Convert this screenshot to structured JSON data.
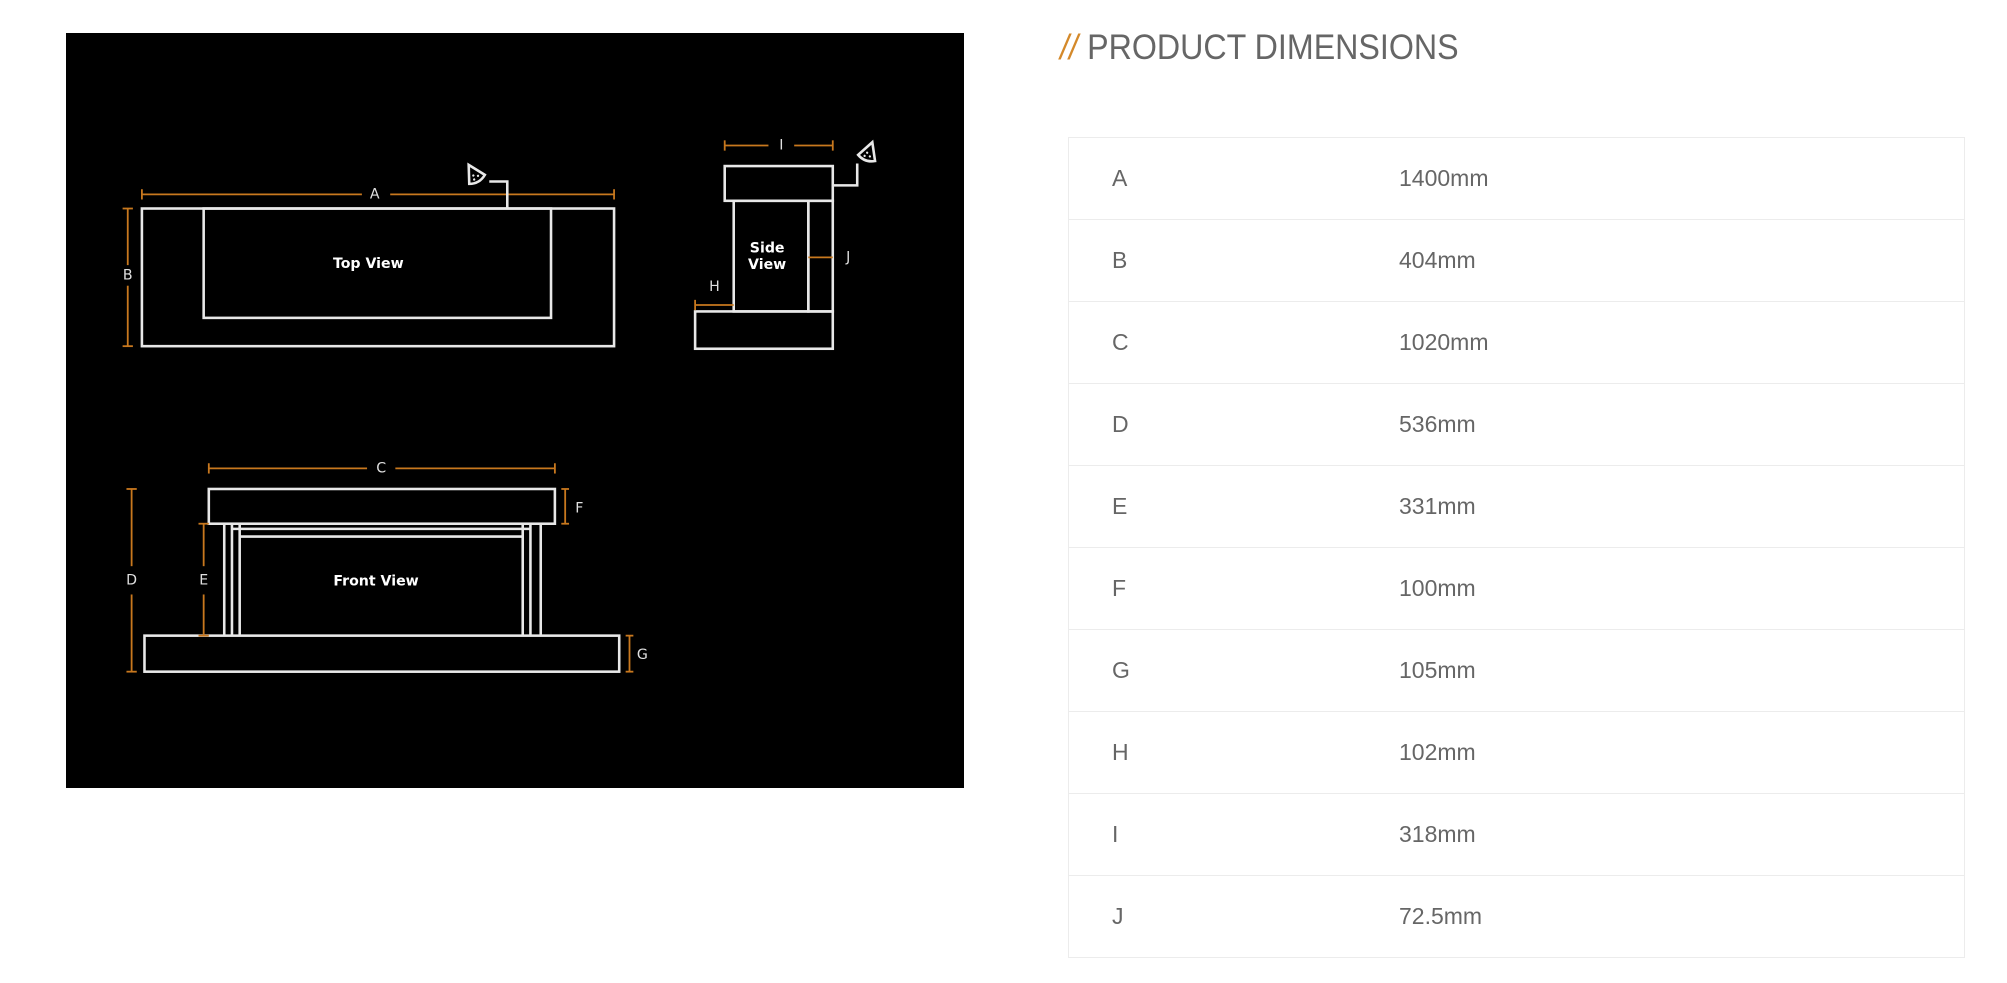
{
  "heading": {
    "slash": "//",
    "title": "PRODUCT DIMENSIONS"
  },
  "diagram": {
    "views": {
      "top": "Top View",
      "side_line1": "Side",
      "side_line2": "View",
      "front": "Front View"
    },
    "labels": {
      "A": "A",
      "B": "B",
      "C": "C",
      "D": "D",
      "E": "E",
      "F": "F",
      "G": "G",
      "H": "H",
      "I": "I",
      "J": "J"
    },
    "colors": {
      "background": "#000000",
      "lines": "#e8e8e8",
      "dimension": "#c8781e"
    }
  },
  "dimensions": [
    {
      "label": "A",
      "value": "1400mm"
    },
    {
      "label": "B",
      "value": "404mm"
    },
    {
      "label": "C",
      "value": "1020mm"
    },
    {
      "label": "D",
      "value": "536mm"
    },
    {
      "label": "E",
      "value": "331mm"
    },
    {
      "label": "F",
      "value": "100mm"
    },
    {
      "label": "G",
      "value": "105mm"
    },
    {
      "label": "H",
      "value": "102mm"
    },
    {
      "label": "I",
      "value": "318mm"
    },
    {
      "label": "J",
      "value": "72.5mm"
    }
  ]
}
